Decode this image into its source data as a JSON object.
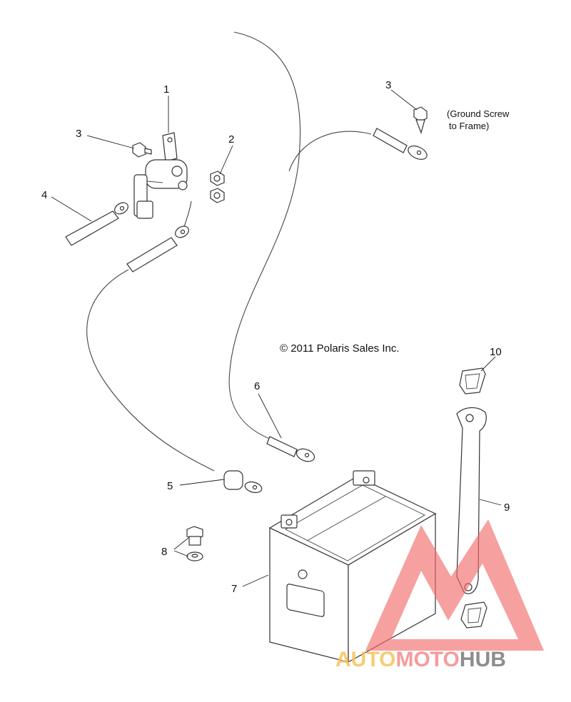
{
  "callouts": {
    "p1": "1",
    "p2": "2",
    "p3a": "3",
    "p3b": "3",
    "p4": "4",
    "p5": "5",
    "p6": "6",
    "p7": "7",
    "p8": "8",
    "p9": "9",
    "p10": "10"
  },
  "notes": {
    "ground_line1": "(Ground Screw",
    "ground_line2": "to Frame)"
  },
  "copyright": "© 2011 Polaris Sales Inc.",
  "watermark": {
    "part1": "AUTO",
    "part2": "MOTO",
    "part3": "HUB",
    "colors": {
      "auto": "#f7c35a",
      "moto": "#f58a8a",
      "hub": "#7a7a7a",
      "triangle": "#f26b6b"
    }
  }
}
